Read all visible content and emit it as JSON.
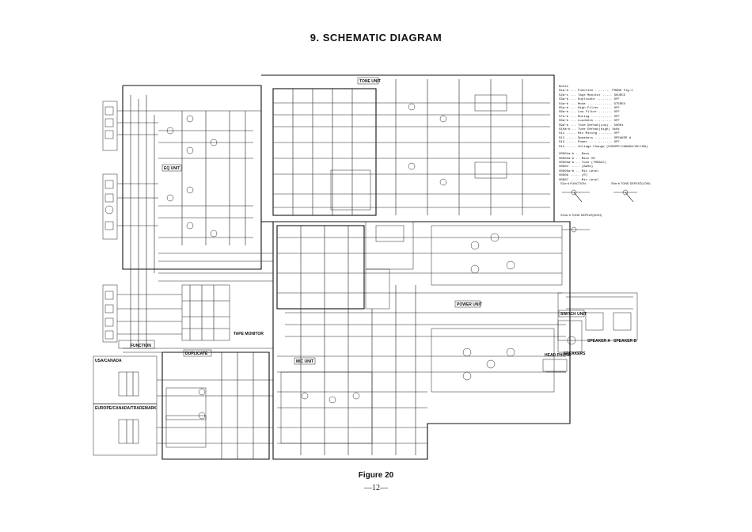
{
  "page": {
    "title": "9. SCHEMATIC DIAGRAM",
    "figure_caption": "Figure 20",
    "page_number": "—12—"
  },
  "unit_labels": {
    "tone_unit": "TONE UNIT",
    "eq_unit": "EQ UNIT",
    "mic_unit": "MIC UNIT",
    "power_unit": "POWER UNIT",
    "switch_unit": "SWITCH UNIT",
    "head_phone": "HEAD PHONE",
    "function": "FUNCTION",
    "tape_monitor": "TAPE MONITOR",
    "duplicate": "DUPLICATE",
    "usa_canada": "USA/CANADA",
    "europe_variant": "EUROPE/CANADA/TRADEMARK",
    "speaker_a": "SPEAKER A",
    "speaker_b": "SPEAKER B",
    "speakers": "SPEAKERS"
  },
  "notes": {
    "heading": "Notes",
    "switch_lines": [
      "S1a~d ... Function ........ PHONO Fig-1",
      "S2a~c ... Tape Monitor ..... SOURCE",
      "S3a~b ... Duplicate ........ OFF",
      "S4a~b ... Mode ............. STEREO",
      "S5a~b ... High Filter ...... OFF",
      "S6a~b ... Low Filter ....... OFF",
      "S7a~b ... Muting ........... OFF",
      "S8a~b ... Loudness ......... OFF",
      "S9a~b ... Tone Defeat(Low) . 500Hz",
      "S10a~b .. Tone Defeat(High)  4kHz",
      "S11 ..... Mic Mixing ....... OFF",
      "S12 ..... Speakers ......... SPEAKER A",
      "S13 ..... Power ............ OFF",
      "S14 ..... Voltage Change (EUROPE/CANADA/UK/USA)"
    ],
    "vr_lines": [
      "VR801a~b .. Bass",
      "VR802a~b .. Main VR",
      "VR803a~b .. Tone (TREBLE)",
      "VR804 ..... (BASS)",
      "VR805a~b .. Mic Level",
      "VR806 ..... (R)",
      "VR807 ..... Mic Level"
    ],
    "fig1_title": "S1a~d FUNCTION",
    "fig2_title": "S9a~b TONE DEFEAT(LOW)",
    "fig3_title": "S10a~b TONE DEFEAT(HIGH)"
  }
}
